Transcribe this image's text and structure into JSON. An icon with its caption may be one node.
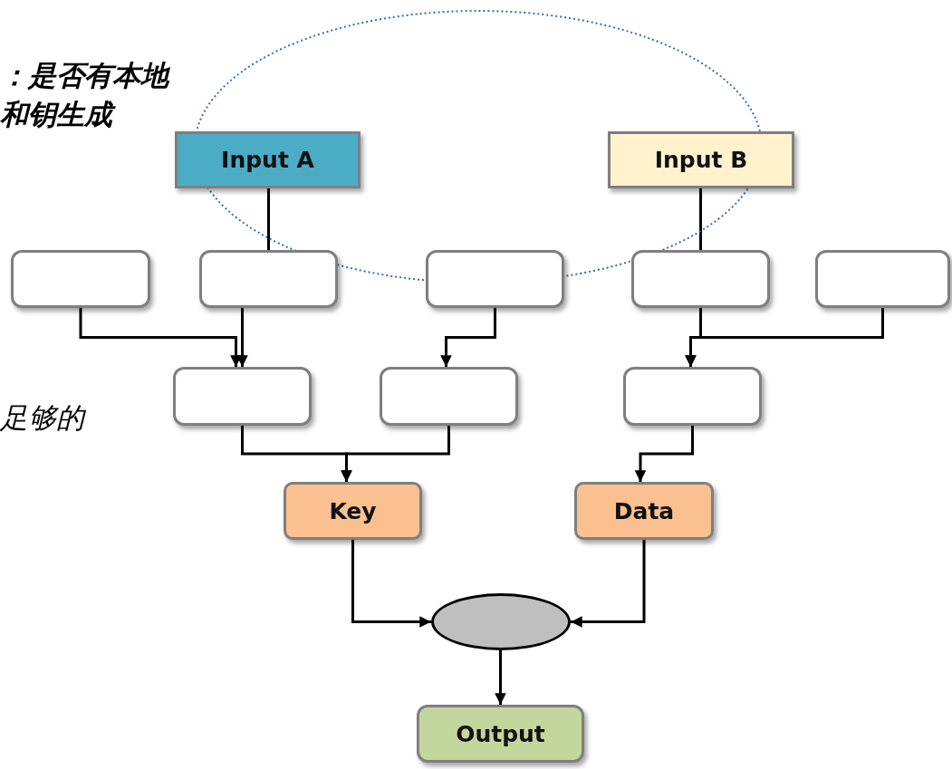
{
  "diagram": {
    "nodes": [
      {
        "text": [
          "Input A"
        ]
      },
      {
        "text": [
          "Input B"
        ]
      },
      {
        "text": [],
        "shape": "box"
      },
      {
        "text": [],
        "shape": "box"
      },
      {
        "text": [],
        "shape": "box"
      },
      {
        "text": [],
        "shape": "box"
      },
      {
        "text": [],
        "shape": "box"
      },
      {
        "text": [],
        "shape": "box"
      },
      {
        "text": [],
        "shape": "box"
      },
      {
        "text": [],
        "shape": "box"
      },
      {
        "text": [
          "Key"
        ]
      },
      {
        "text": [
          "Data"
        ]
      },
      {
        "text": [],
        "shape": "ellipse"
      },
      {
        "text": [
          "Output"
        ]
      }
    ],
    "edges": [
      {
        "from": 0,
        "to": 3,
        "arrow": "none"
      },
      {
        "from": 1,
        "to": 5,
        "arrow": "none"
      },
      {
        "from": 2,
        "to": 7,
        "arrow": "to"
      },
      {
        "from": 3,
        "to": 7,
        "arrow": "to"
      },
      {
        "from": 4,
        "to": 8,
        "arrow": "to"
      },
      {
        "from": 5,
        "to": 9,
        "arrow": "to"
      },
      {
        "from": 6,
        "to": 9,
        "arrow": "to"
      },
      {
        "from": 7,
        "to": 10,
        "arrow": "to"
      },
      {
        "from": 8,
        "to": 10,
        "arrow": "to"
      },
      {
        "from": 9,
        "to": 11,
        "arrow": "to"
      },
      {
        "from": 10,
        "to": 12,
        "arrow": "to"
      },
      {
        "from": 11,
        "to": 12,
        "arrow": "to"
      },
      {
        "from": 12,
        "to": 13,
        "arrow": "to"
      }
    ],
    "labels": [
      "：是否有本地和钥生成",
      "足够的"
    ]
  }
}
